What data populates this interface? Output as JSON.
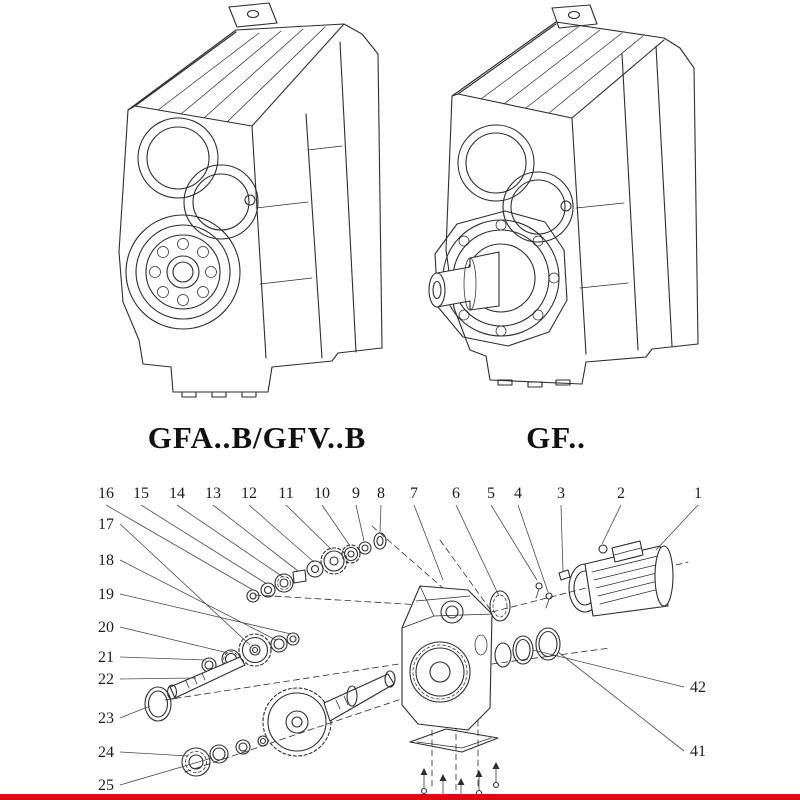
{
  "page": {
    "background": "#ffffff",
    "line_color": "#2e2e2e",
    "bottom_bar_color": "#e60012"
  },
  "figures": {
    "left": {
      "caption": "GFA..B/GFV..B"
    },
    "right": {
      "caption": "GF.."
    }
  },
  "exploded_view": {
    "callouts_top": [
      "16",
      "15",
      "14",
      "13",
      "12",
      "11",
      "10",
      "9",
      "8",
      "7",
      "6",
      "5",
      "4",
      "3",
      "2",
      "1"
    ],
    "callouts_left": [
      "17",
      "18",
      "19",
      "20",
      "21",
      "22",
      "23",
      "24",
      "25"
    ],
    "callouts_right": [
      "42",
      "41"
    ]
  }
}
